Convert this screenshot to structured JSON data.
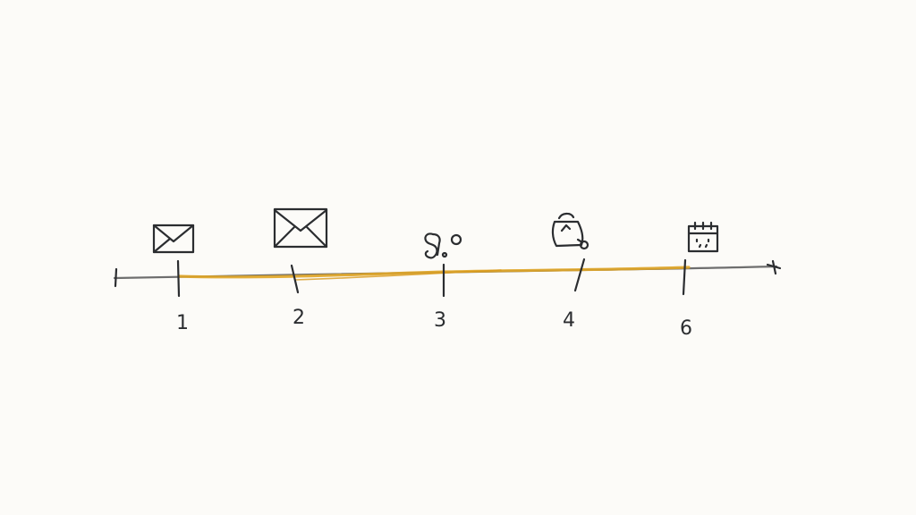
{
  "timeline": {
    "colors": {
      "ink": "#2b2d30",
      "axis": "#6e6e6e",
      "highlight": "#e0a526",
      "paper": "#fcfbf8"
    },
    "milestones": [
      {
        "label": "1",
        "icon": "envelope-icon"
      },
      {
        "label": "2",
        "icon": "envelope-icon"
      },
      {
        "label": "3",
        "icon": "music-note-icon"
      },
      {
        "label": "4",
        "icon": "bag-icon"
      },
      {
        "label": "6",
        "icon": "calendar-icon"
      }
    ]
  }
}
